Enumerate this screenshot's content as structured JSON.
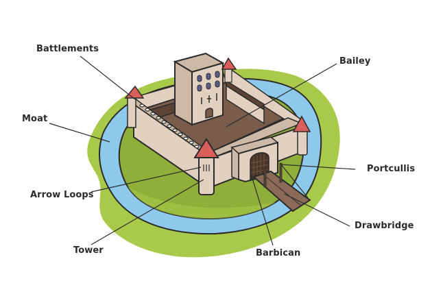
{
  "diagram": {
    "title": "Castle labelled diagram",
    "colors": {
      "grass": "#a9c94a",
      "grass_dark": "#8fae3a",
      "moat": "#8ec9ec",
      "stone": "#e2d1c0",
      "stone_shade": "#cdb9a5",
      "courtyard": "#7a5c4a",
      "roof": "#d9605a",
      "wood": "#8b6b57",
      "window": "#5a5f87",
      "outline": "#2b2b2b"
    },
    "labels": {
      "battlements": "Battlements",
      "bailey": "Bailey",
      "moat": "Moat",
      "portcullis": "Portcullis",
      "arrow_loops": "Arrow Loops",
      "drawbridge": "Drawbridge",
      "tower": "Tower",
      "barbican": "Barbican"
    }
  }
}
